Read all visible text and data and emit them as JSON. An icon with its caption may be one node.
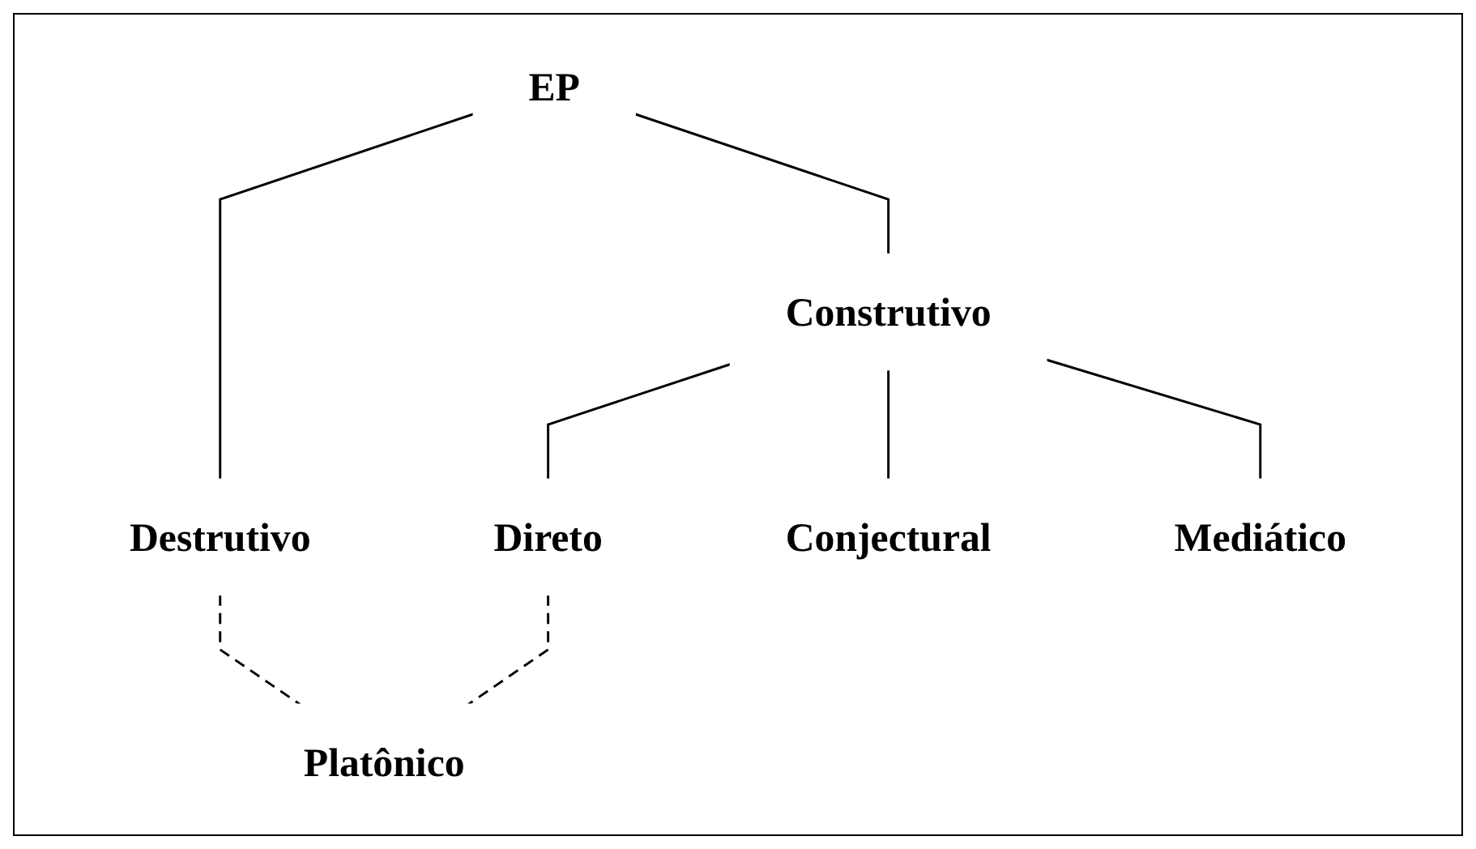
{
  "diagram": {
    "nodes": [
      {
        "text": [
          "EP"
        ]
      },
      {
        "text": [
          "Destrutivo"
        ]
      },
      {
        "text": [
          "Construtivo"
        ]
      },
      {
        "text": [
          "Direto"
        ]
      },
      {
        "text": [
          "Conjectural"
        ]
      },
      {
        "text": [
          "Mediático"
        ]
      },
      {
        "text": [
          "Platônico"
        ]
      }
    ],
    "edges": [
      {
        "from": 0,
        "to": 1,
        "arrow": "none"
      },
      {
        "from": 0,
        "to": 2,
        "arrow": "none"
      },
      {
        "from": 2,
        "to": 3,
        "arrow": "none"
      },
      {
        "from": 2,
        "to": 4,
        "arrow": "none"
      },
      {
        "from": 2,
        "to": 5,
        "arrow": "none"
      },
      {
        "from": 1,
        "to": 6,
        "arrow": "none",
        "style": "dashed"
      },
      {
        "from": 3,
        "to": 6,
        "arrow": "none",
        "style": "dashed"
      }
    ]
  }
}
